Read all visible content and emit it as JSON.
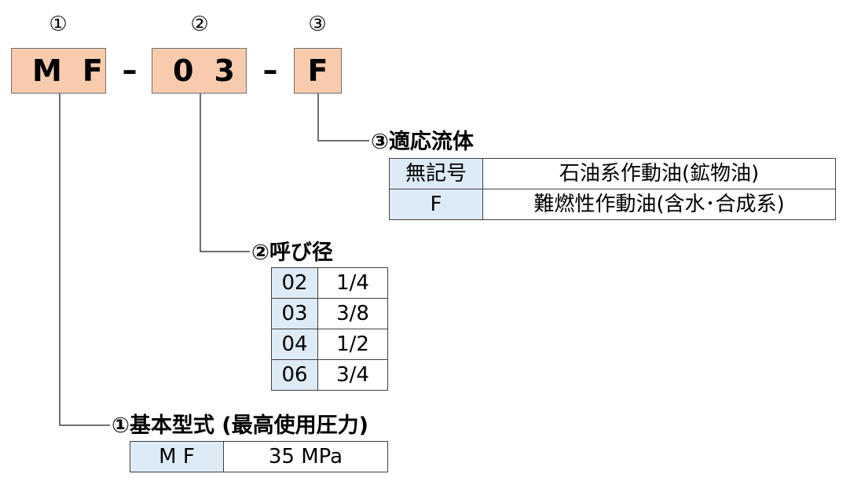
{
  "markers": [
    "①",
    "②",
    "③"
  ],
  "code": {
    "part1": "MF",
    "part2": "03",
    "part3": "F",
    "separator": "–"
  },
  "fluid": {
    "heading": "③適応流体",
    "rows": [
      {
        "key": "無記号",
        "value": "石油系作動油(鉱物油)"
      },
      {
        "key": "F",
        "value": "難燃性作動油(含水･合成系)"
      }
    ]
  },
  "bore": {
    "heading": "②呼び径",
    "rows": [
      {
        "key": "02",
        "value": "1/4"
      },
      {
        "key": "03",
        "value": "3/8"
      },
      {
        "key": "04",
        "value": "1/2"
      },
      {
        "key": "06",
        "value": "3/4"
      }
    ]
  },
  "model": {
    "heading": "①基本型式 (最高使用圧力)",
    "rows": [
      {
        "key": "M F",
        "value": "35 MPa"
      }
    ]
  },
  "colors": {
    "code_box": "#f8cbad",
    "key_cell": "#ddebf7",
    "border": "#404040"
  }
}
